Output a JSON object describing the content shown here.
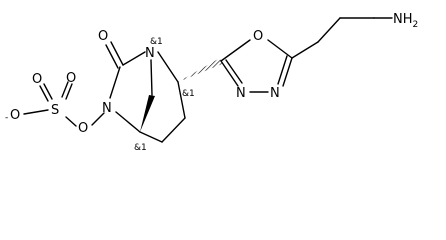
{
  "molecule": {
    "atoms": {
      "o_carbonyl": "O",
      "n_bridge": "N",
      "n_ring": "N",
      "o_ester": "O",
      "s": "S",
      "o_s_top1": "O",
      "o_s_top2": "O",
      "o_s_minus": "O",
      "o_minus_charge": "-",
      "o_oxadiazole": "O",
      "n_oxadiazole_1": "N",
      "n_oxadiazole_2": "N",
      "amine": "NH",
      "amine_sub": "2"
    },
    "stereo_labels": {
      "n_bridge": "&1",
      "ch_oxadiazole": "&1",
      "ch_bottom": "&1"
    },
    "colors": {
      "bond": "#000000",
      "text": "#000000",
      "background": "#ffffff"
    }
  }
}
